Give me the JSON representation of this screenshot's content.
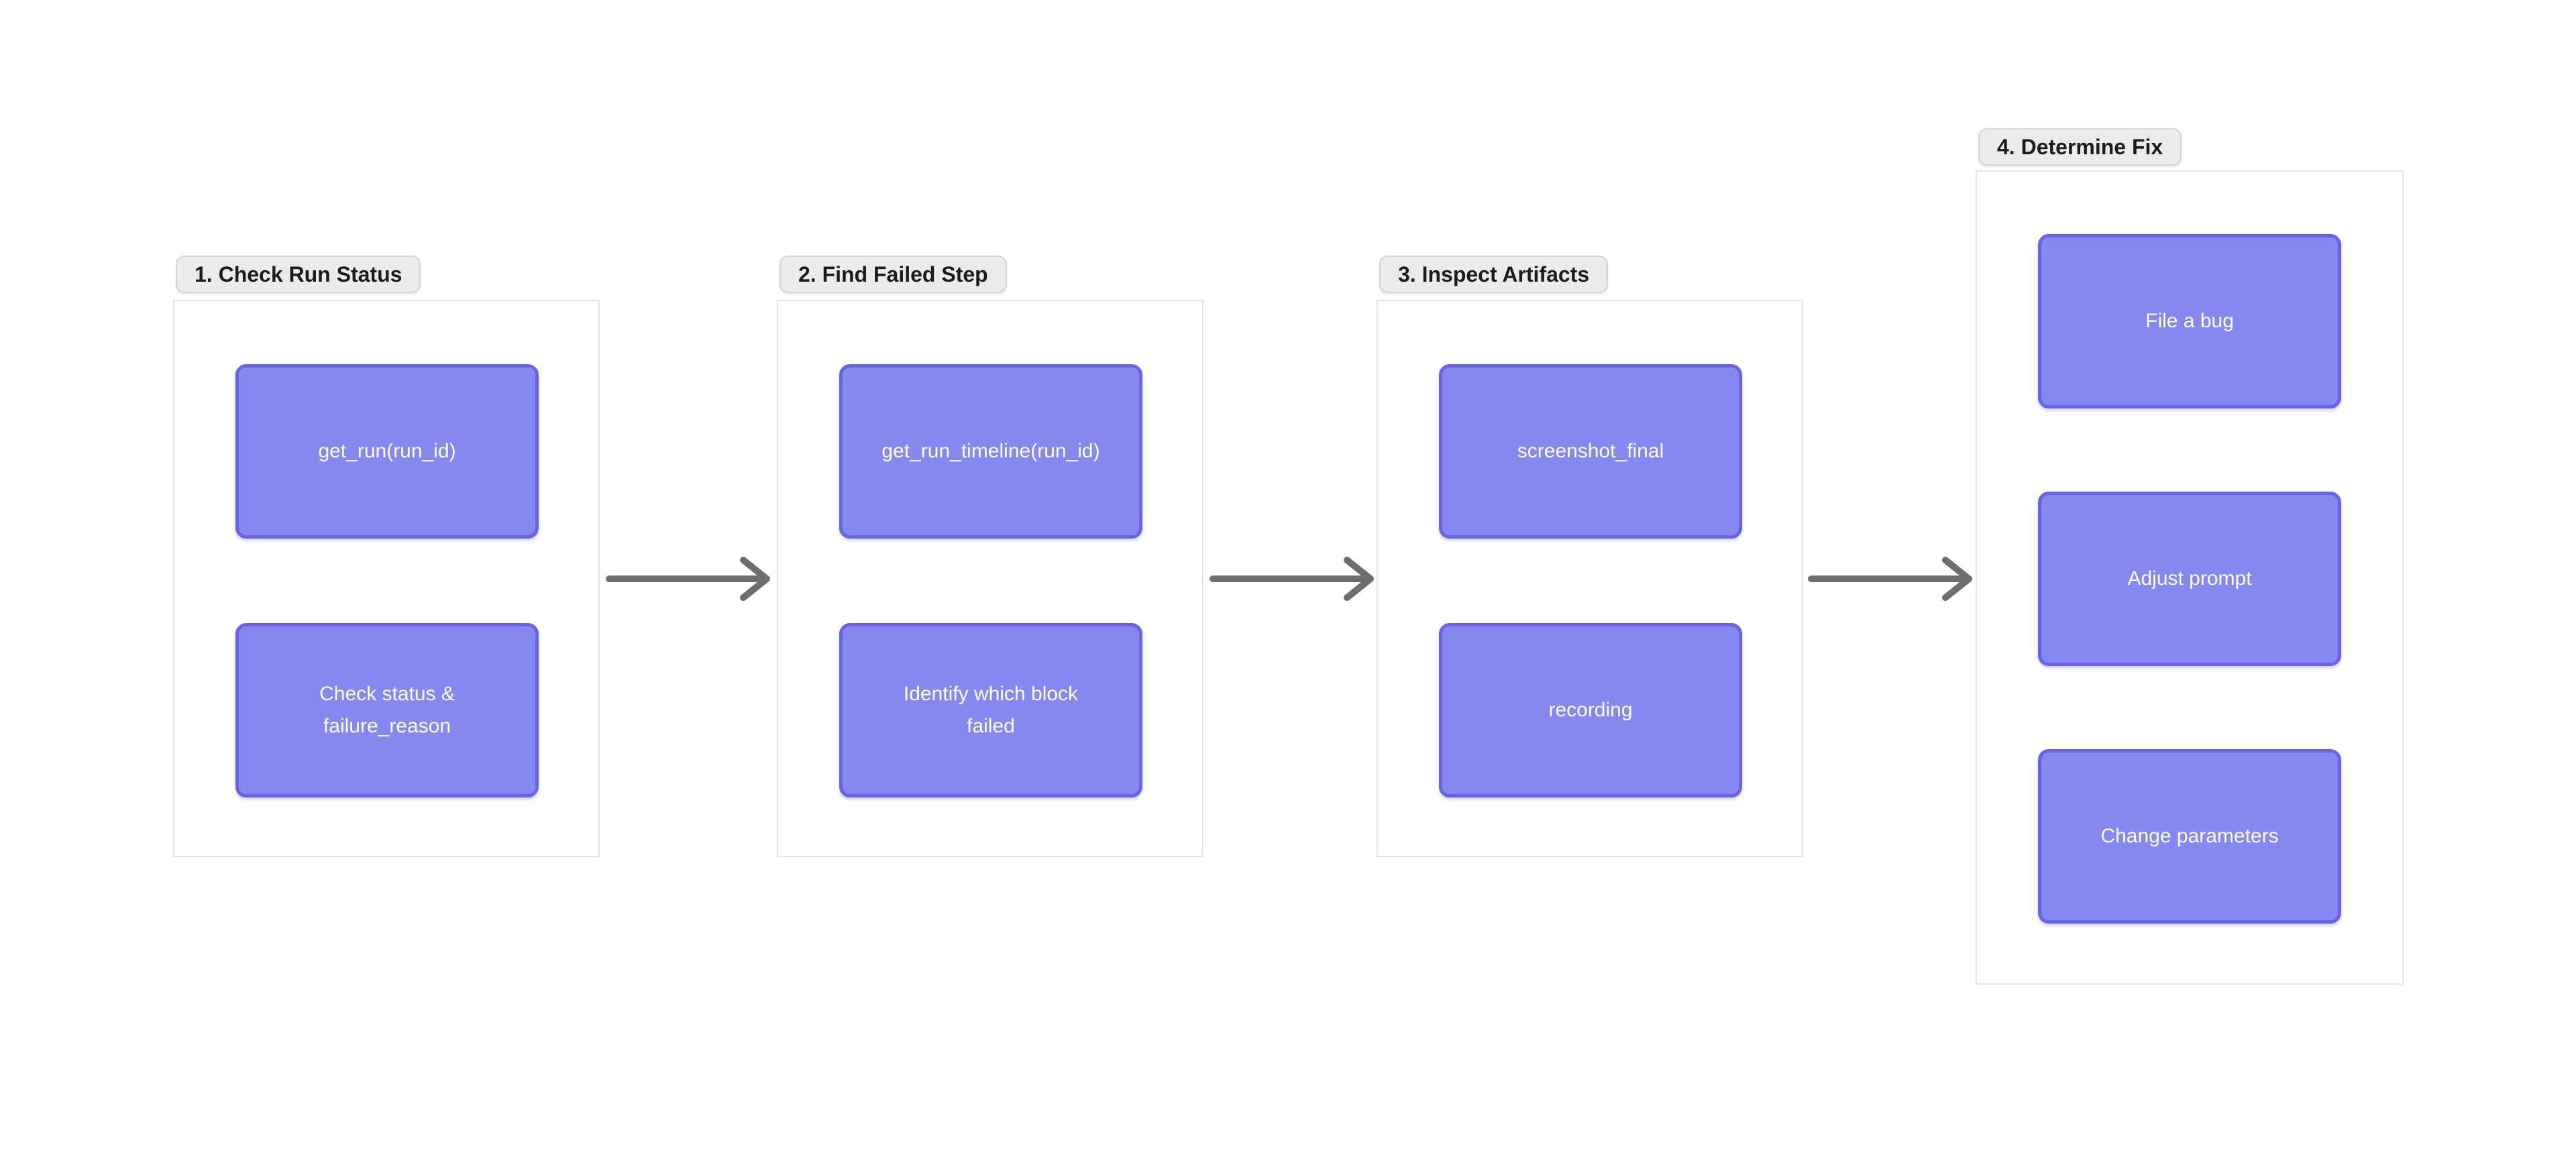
{
  "colors": {
    "page_background": "#ffffff",
    "frame_background": "#ffffff",
    "frame_border": "#e5e5e5",
    "frame_label_background": "#ebebeb",
    "frame_label_border": "#d4d4d4",
    "frame_label_text": "#1b1b1b",
    "node_fill": "#8588ef",
    "node_border": "#6a62e9",
    "node_text": "#ffffff",
    "arrow": "#6e6e6e"
  },
  "diagram": {
    "groups": [
      {
        "label": "1. Check Run Status",
        "boxes": [
          {
            "label": "get_run(run_id)"
          },
          {
            "label": "Check status &\nfailure_reason"
          }
        ]
      },
      {
        "label": "2. Find Failed Step",
        "boxes": [
          {
            "label": "get_run_timeline(run_id)"
          },
          {
            "label": "Identify which block\nfailed"
          }
        ]
      },
      {
        "label": "3. Inspect Artifacts",
        "boxes": [
          {
            "label": "screenshot_final"
          },
          {
            "label": "recording"
          }
        ]
      },
      {
        "label": "4. Determine Fix",
        "boxes": [
          {
            "label": "File a bug"
          },
          {
            "label": "Adjust prompt"
          },
          {
            "label": "Change parameters"
          }
        ]
      }
    ],
    "arrows": [
      {
        "from": "1. Check Run Status",
        "to": "2. Find Failed Step"
      },
      {
        "from": "2. Find Failed Step",
        "to": "3. Inspect Artifacts"
      },
      {
        "from": "3. Inspect Artifacts",
        "to": "4. Determine Fix"
      }
    ]
  }
}
